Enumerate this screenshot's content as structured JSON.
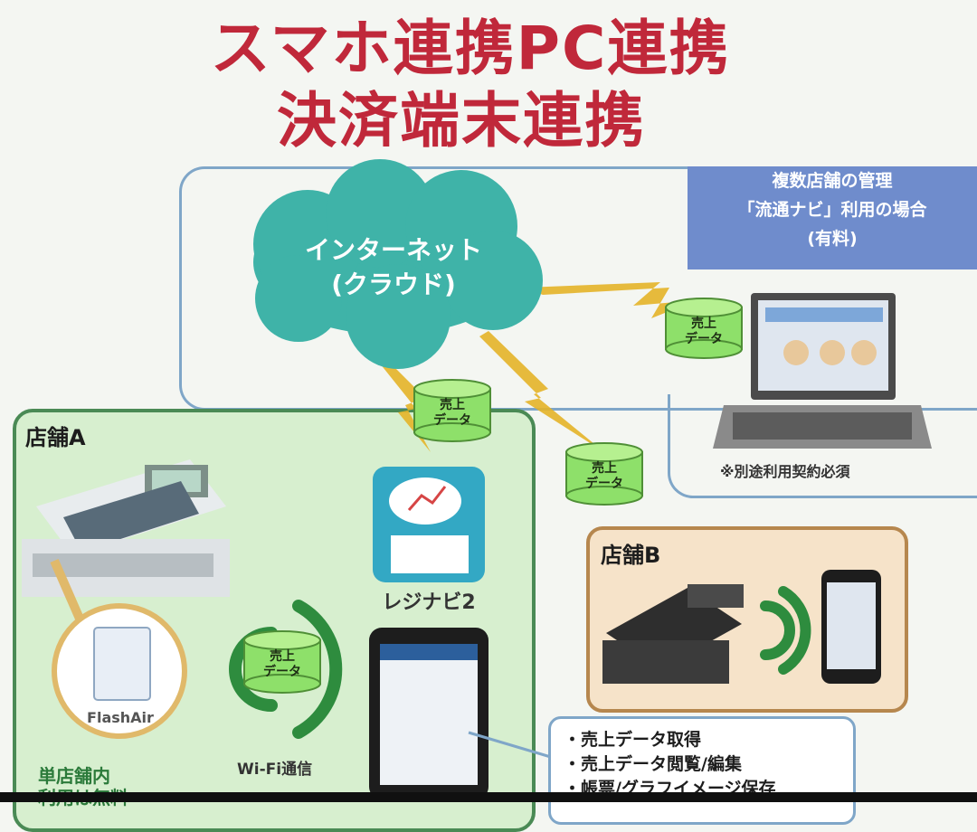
{
  "title": {
    "line1": "スマホ連携PC連携",
    "line2": "決済端末連携"
  },
  "cloud": {
    "line1": "インターネット",
    "line2": "(クラウド)"
  },
  "multi_store_box": {
    "line1": "複数店舗の管理",
    "line2": "「流通ナビ」利用の場合",
    "line3": "(有料)"
  },
  "sales_data_label": {
    "line1": "売上",
    "line2": "データ"
  },
  "laptop_note": "※別途利用契約必須",
  "store_a": {
    "label": "店舗A",
    "flashair_label": "FlashAir",
    "wifi_label": "Wi-Fi通信",
    "single_store_label": "単店舗内",
    "single_store_label2": "利用は無料"
  },
  "app": {
    "label": "レジナビ2"
  },
  "store_b": {
    "label": "店舗B"
  },
  "features": [
    "・売上データ取得",
    "・売上データ閲覧/編集",
    "・帳票/グラフイメージ保存"
  ],
  "colors": {
    "title": "#c0283a",
    "cloud": "#3fb3a8",
    "store_a_bg": "#d7efcf",
    "store_b_bg": "#f6e3c9",
    "lightning": "#e4b428",
    "cylinder": "#8ee06a",
    "info_box": "#6f8ccc"
  }
}
